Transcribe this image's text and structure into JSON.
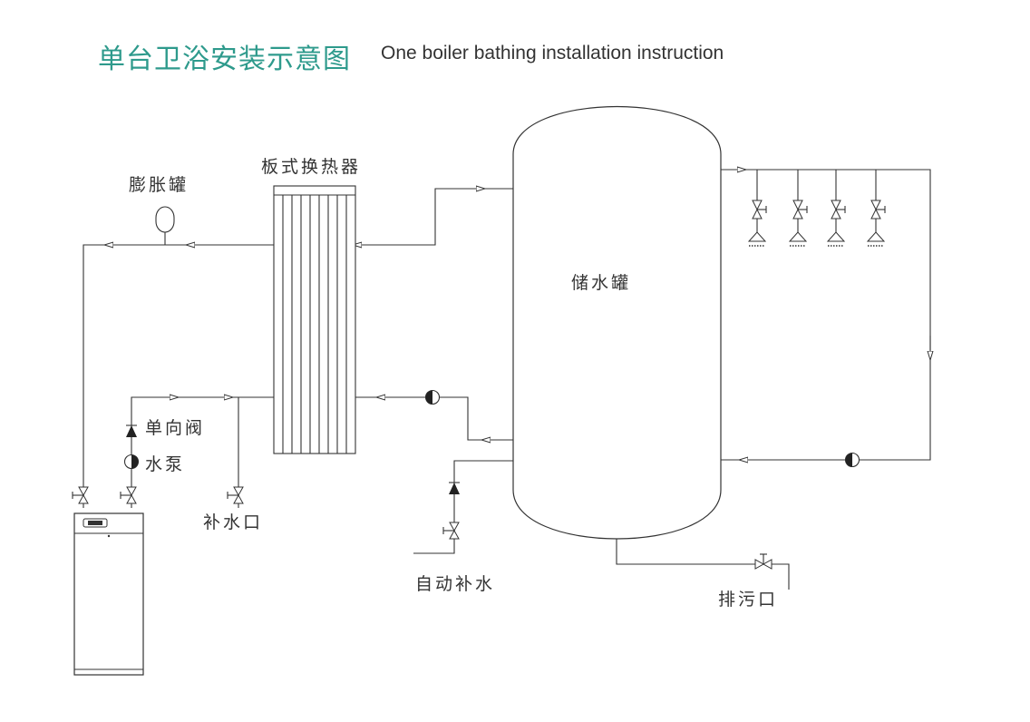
{
  "title": {
    "cn": "单台卫浴安装示意图",
    "en": "One boiler bathing installation instruction"
  },
  "labels": {
    "expansion_tank": "膨胀罐",
    "plate_heat_exchanger": "板式换热器",
    "storage_tank": "储水罐",
    "check_valve": "单向阀",
    "water_pump": "水泵",
    "water_supply_port": "补水口",
    "auto_water_supply": "自动补水",
    "drain_outlet": "排污口"
  },
  "colors": {
    "title_accent": "#2e9a8c",
    "line": "#333333"
  }
}
